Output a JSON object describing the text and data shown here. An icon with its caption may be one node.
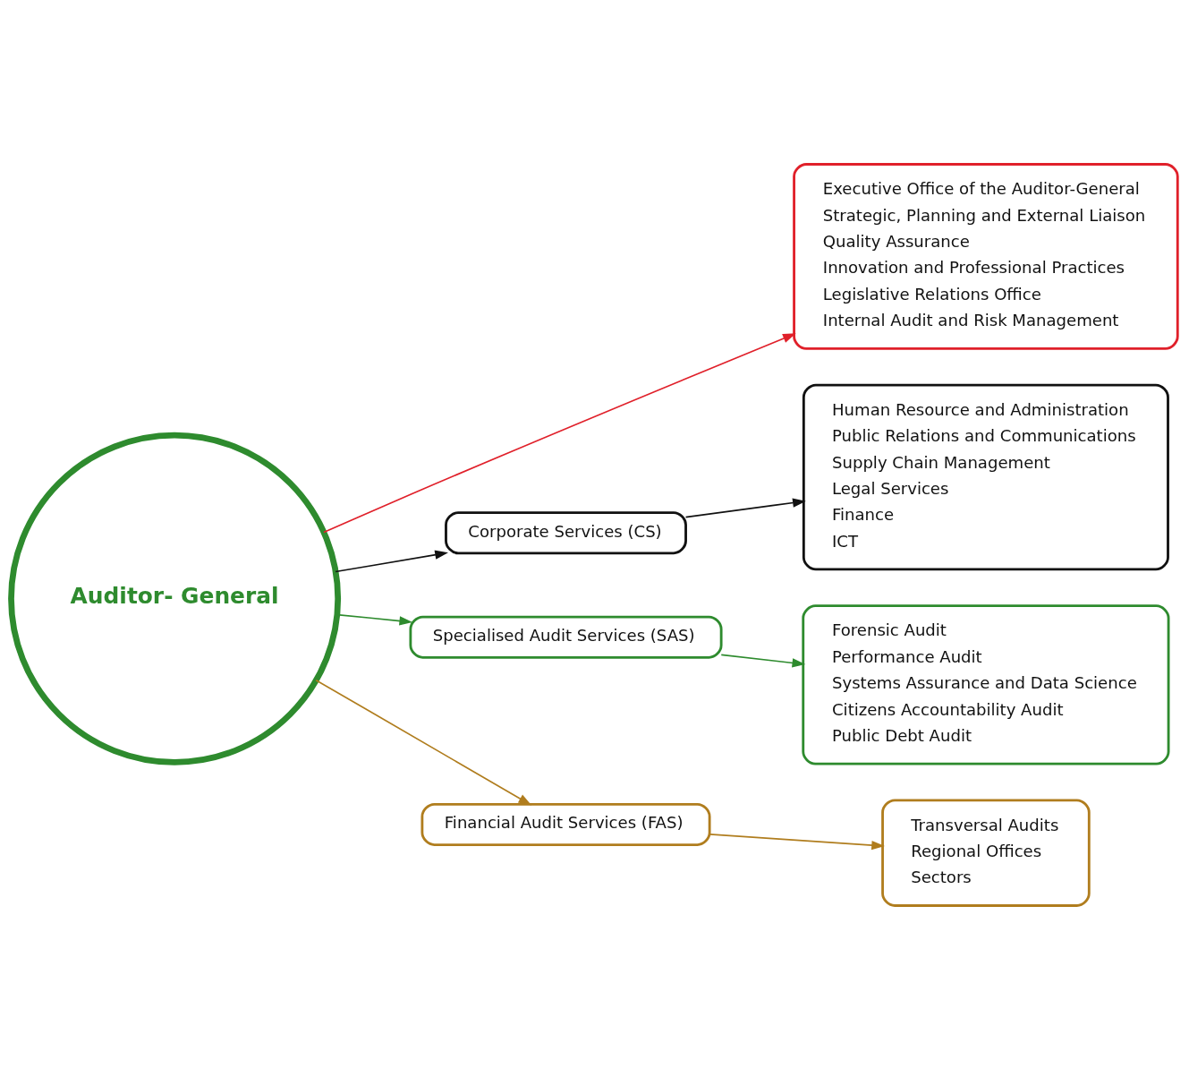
{
  "diagram": {
    "nodes": [
      {
        "text": [
          "Auditor- General"
        ]
      },
      {
        "text": [
          "Executive Office of the Auditor-General",
          "Strategic, Planning and External Liaison",
          "Quality Assurance",
          "Innovation and Professional Practices",
          "Legislative Relations Office",
          "Internal Audit and Risk Management"
        ]
      },
      {
        "text": [
          "Corporate Services (CS)"
        ]
      },
      {
        "text": [
          "Human Resource and Administration",
          "Public Relations and Communications",
          "Supply Chain Management",
          "Legal Services",
          "Finance",
          "ICT"
        ]
      },
      {
        "text": [
          "Specialised Audit Services (SAS)"
        ]
      },
      {
        "text": [
          "Forensic Audit",
          "Performance Audit",
          "Systems Assurance and Data Science",
          "Citizens Accountability Audit",
          "Public Debt Audit"
        ]
      },
      {
        "text": [
          "Financial Audit Services (FAS)"
        ]
      },
      {
        "text": [
          "Transversal Audits",
          "Regional Offices",
          "Sectors"
        ]
      }
    ],
    "edges": [
      {
        "from": 0,
        "to": 1,
        "arrow": "to",
        "color": "#e0202a"
      },
      {
        "from": 0,
        "to": 2,
        "arrow": "to",
        "color": "#111111"
      },
      {
        "from": 2,
        "to": 3,
        "arrow": "to",
        "color": "#111111"
      },
      {
        "from": 0,
        "to": 4,
        "arrow": "to",
        "color": "#2e8b2e"
      },
      {
        "from": 4,
        "to": 5,
        "arrow": "to",
        "color": "#2e8b2e"
      },
      {
        "from": 0,
        "to": 6,
        "arrow": "to",
        "color": "#b07d1e"
      },
      {
        "from": 6,
        "to": 7,
        "arrow": "to",
        "color": "#b07d1e"
      }
    ]
  }
}
